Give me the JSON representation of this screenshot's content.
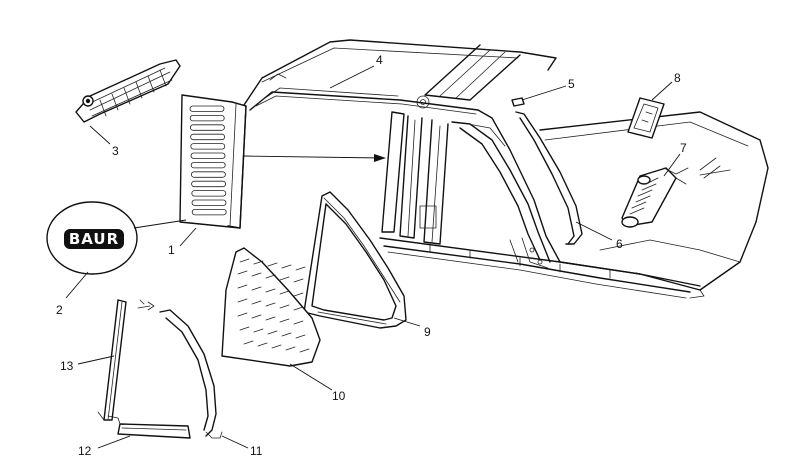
{
  "diagram": {
    "badge": {
      "text": "BAUR"
    },
    "callouts": [
      {
        "id": "1",
        "label": "1"
      },
      {
        "id": "2",
        "label": "2"
      },
      {
        "id": "3",
        "label": "3"
      },
      {
        "id": "4",
        "label": "4"
      },
      {
        "id": "5",
        "label": "5"
      },
      {
        "id": "6",
        "label": "6"
      },
      {
        "id": "7",
        "label": "7"
      },
      {
        "id": "8",
        "label": "8"
      },
      {
        "id": "9",
        "label": "9"
      },
      {
        "id": "10",
        "label": "10"
      },
      {
        "id": "11",
        "label": "11"
      },
      {
        "id": "12",
        "label": "12"
      },
      {
        "id": "13",
        "label": "13"
      }
    ],
    "colors": {
      "ink": "#111111",
      "paper": "#ffffff"
    }
  }
}
